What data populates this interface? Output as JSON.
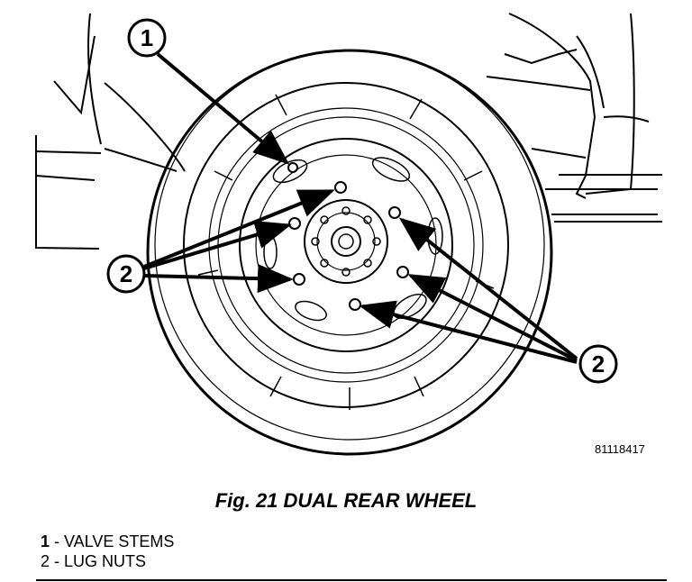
{
  "figure": {
    "code": "81118417",
    "caption": "Fig. 21 DUAL REAR WHEEL"
  },
  "callouts": {
    "valve_stems": "1",
    "lug_nuts_left": "2",
    "lug_nuts_right": "2"
  },
  "legend": [
    {
      "number": "1",
      "separator": " - ",
      "label": "VALVE STEMS"
    },
    {
      "number": "2",
      "separator": " - ",
      "label": "LUG NUTS"
    }
  ]
}
